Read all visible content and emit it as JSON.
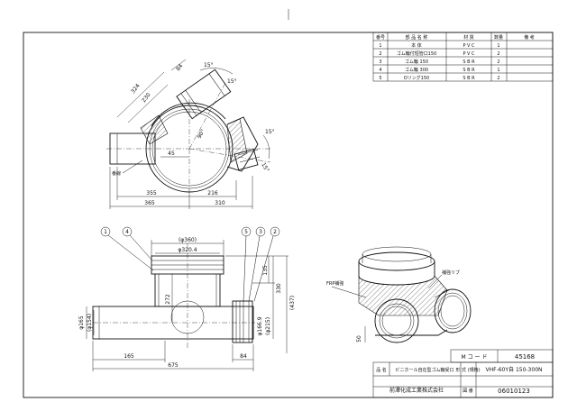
{
  "parts_table": {
    "headers": [
      "番号",
      "部 品 名 称",
      "材 質",
      "数量",
      "備 考"
    ],
    "rows": [
      [
        "1",
        "本 体",
        "P V C",
        "1",
        ""
      ],
      [
        "2",
        "ゴム輪付短管口150",
        "P V C",
        "2",
        ""
      ],
      [
        "3",
        "ゴム輪 150",
        "S B R",
        "2",
        ""
      ],
      [
        "4",
        "ゴム輪 300",
        "S B R",
        "1",
        ""
      ],
      [
        "5",
        "Oリング150",
        "S B R",
        "2",
        ""
      ]
    ]
  },
  "title_block": {
    "code_label": "M コ ー ド",
    "code_value": "45168",
    "name_label": "品 名",
    "name_value": "ビニホール自在型ゴム輪受口",
    "model_label": "形 式 (規格)",
    "model_value": "VHF-60Y自 150-300N",
    "company": "前澤化成工業株式会社",
    "drawing_label": "図 番",
    "drawing_value": "06010123"
  },
  "plan_view": {
    "dims_diag": [
      "324",
      "230",
      "84"
    ],
    "angles": [
      "15°",
      "15°",
      "15°",
      "15°",
      "90°"
    ],
    "dim_45": "45",
    "dims_bottom_upper": [
      "355",
      "216"
    ],
    "dims_bottom_lower": [
      "365",
      "310"
    ],
    "callout_label": "番線"
  },
  "front_view": {
    "balloons": [
      "1",
      "4",
      "5",
      "3",
      "2"
    ],
    "dim_phi360": "(φ360)",
    "dim_phi320": "φ320.4",
    "dim_135": "135",
    "dim_330": "330",
    "dim_437": "(437)",
    "dim_272": "272",
    "dim_phi166": "φ166.9",
    "dim_phi215": "(φ215)",
    "dim_phi165": "φ165",
    "dim_phi154": "(φ154)",
    "dim_165": "165",
    "dim_84": "84",
    "dim_675": "675"
  },
  "iso_view": {
    "frp_label": "FRP補強",
    "ribs_label": "補強リブ",
    "dim_50": "50"
  }
}
